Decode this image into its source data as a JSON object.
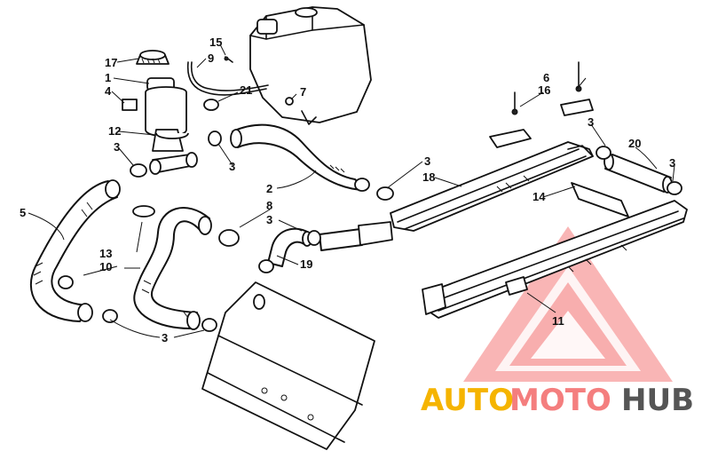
{
  "callouts": [
    {
      "id": "c1",
      "text": "1"
    },
    {
      "id": "c2",
      "text": "2"
    },
    {
      "id": "c3a",
      "text": "3"
    },
    {
      "id": "c3b",
      "text": "3"
    },
    {
      "id": "c3c",
      "text": "3"
    },
    {
      "id": "c3d",
      "text": "3"
    },
    {
      "id": "c3e",
      "text": "3"
    },
    {
      "id": "c3f",
      "text": "3"
    },
    {
      "id": "c3g",
      "text": "3"
    },
    {
      "id": "c4",
      "text": "4"
    },
    {
      "id": "c5",
      "text": "5"
    },
    {
      "id": "c6",
      "text": "6"
    },
    {
      "id": "c7",
      "text": "7"
    },
    {
      "id": "c8",
      "text": "8"
    },
    {
      "id": "c9",
      "text": "9"
    },
    {
      "id": "c10",
      "text": "10"
    },
    {
      "id": "c11",
      "text": "11"
    },
    {
      "id": "c12",
      "text": "12"
    },
    {
      "id": "c13",
      "text": "13"
    },
    {
      "id": "c14",
      "text": "14"
    },
    {
      "id": "c15",
      "text": "15"
    },
    {
      "id": "c16",
      "text": "16"
    },
    {
      "id": "c17",
      "text": "17"
    },
    {
      "id": "c18",
      "text": "18"
    },
    {
      "id": "c19",
      "text": "19"
    },
    {
      "id": "c20",
      "text": "20"
    },
    {
      "id": "c21",
      "text": "21"
    }
  ],
  "watermark": {
    "part1": "AUTO",
    "part2": "MOTO",
    "part3": "HUB",
    "color_yellow": "#f5b400",
    "color_red": "#ee2a2a",
    "color_dark": "#555555"
  }
}
